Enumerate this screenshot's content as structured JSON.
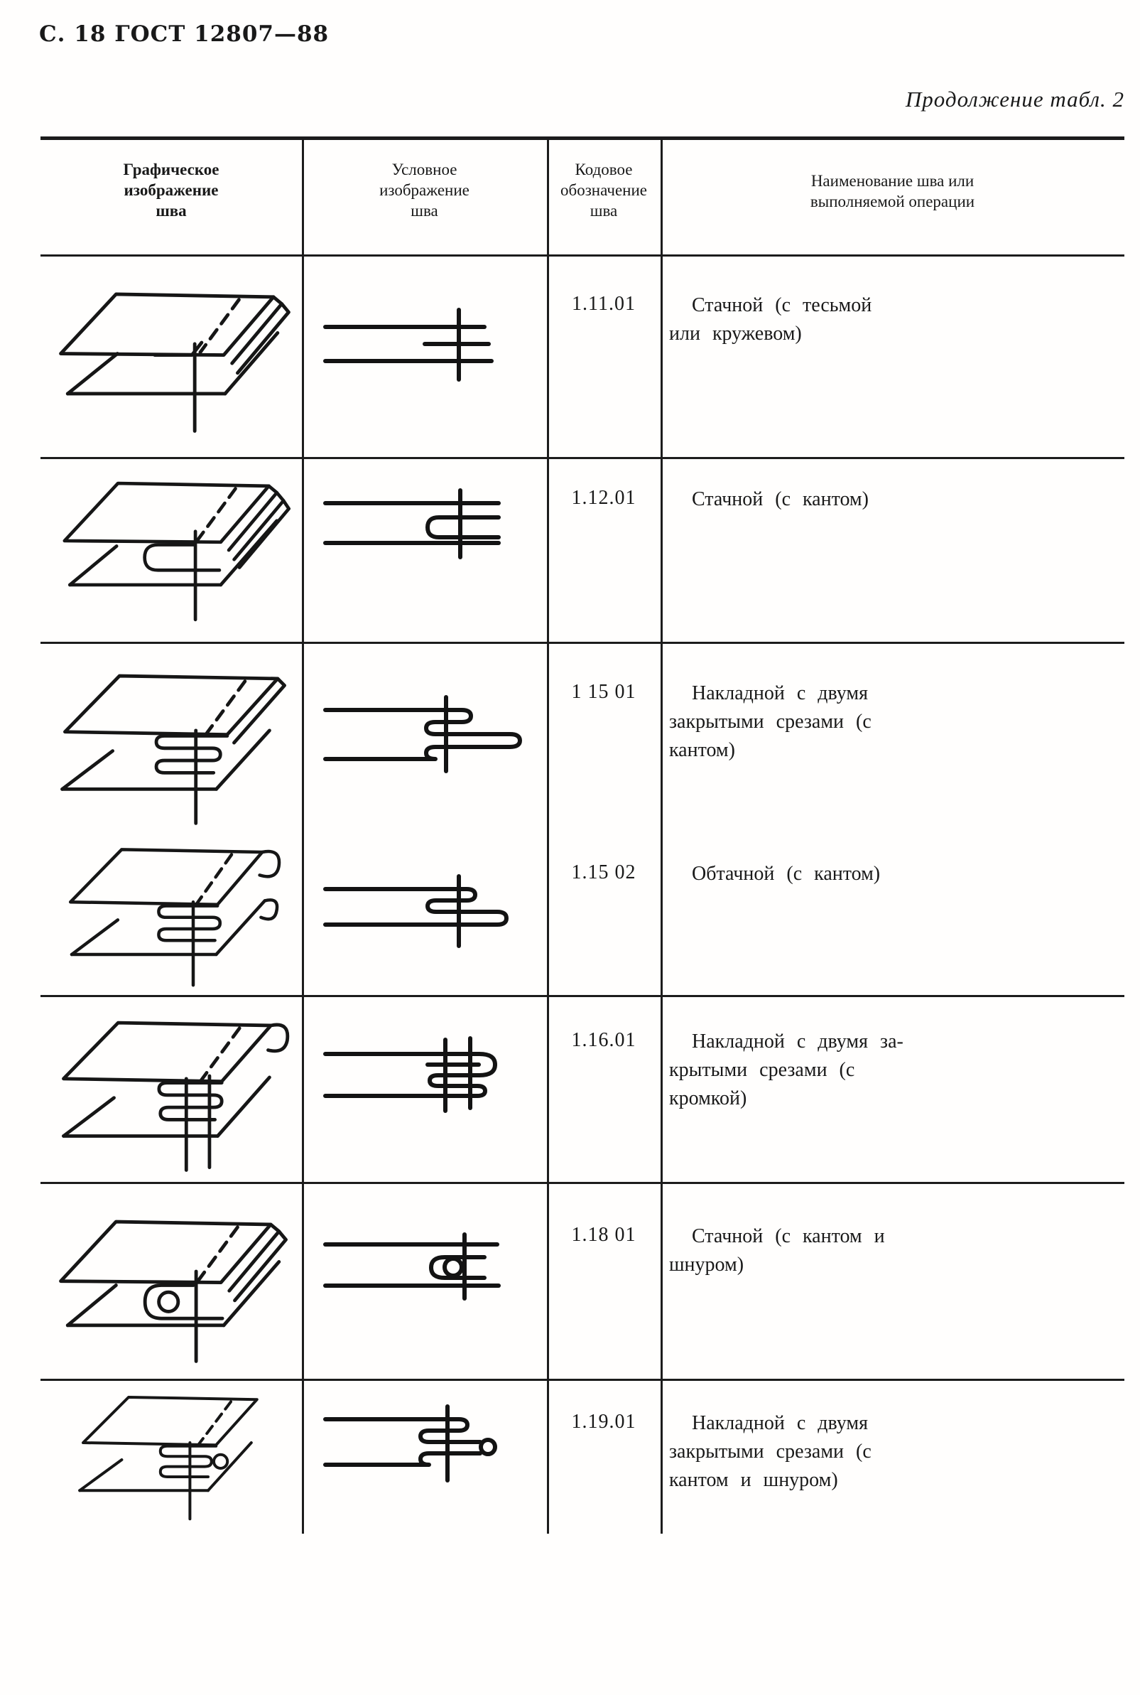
{
  "page": {
    "header": "С. 18 ГОСТ 12807—88",
    "caption": "Продолжение табл. 2"
  },
  "table": {
    "columns": [
      "Графическое\nизображение\nшва",
      "Условное\nизображение\nшва",
      "Кодовое\nобозначение\nшва",
      "Наименование шва или\nвыполняемой операции"
    ],
    "rows": [
      {
        "code": "1.11.01",
        "name": "Стачной (с тесьмой\nили кружевом)",
        "graphic": "fabric-plies-with-tape-perspective-drawing",
        "symbol": "seam-section-two-plies-and-tape-with-stitch"
      },
      {
        "code": "1.12.01",
        "name": "Стачной (с кантом)",
        "graphic": "fabric-plies-with-piping-perspective-drawing",
        "symbol": "seam-section-two-plies-with-piping-fold-and-stitch"
      },
      {
        "code": "1 15 01",
        "name": "Накладной с двумя\nзакрытыми срезами (с\nкантом)",
        "graphic": "lapped-seam-two-closed-edges-with-piping-drawing",
        "symbol": "seam-section-accordion-fold-with-piping-loop-and-stitch"
      },
      {
        "code": "1.15 02",
        "name": "Обтачной (с кантом)",
        "graphic": "turned-seam-with-piping-drawing",
        "symbol": "seam-section-folded-plies-with-piping-and-stitch"
      },
      {
        "code": "1.16.01",
        "name": "Накладной с двумя за-\nкрытыми срезами (с\nкромкой)",
        "graphic": "lapped-seam-two-closed-edges-with-selvage-drawing",
        "symbol": "seam-section-folded-plies-with-selvage-and-two-stitches"
      },
      {
        "code": "1.18 01",
        "name": "Стачной (с кантом и\nшнуром)",
        "graphic": "fabric-plies-with-piping-and-cord-drawing",
        "symbol": "seam-section-piping-loop-with-cord-circle-and-stitch"
      },
      {
        "code": "1.19.01",
        "name": "Накладной с двумя\nзакрытыми срезами (с\nкантом и шнуром)",
        "graphic": "lapped-seam-two-closed-edges-with-piping-and-cord-drawing",
        "symbol": "seam-section-accordion-fold-with-cord-circle-and-stitch"
      }
    ]
  }
}
